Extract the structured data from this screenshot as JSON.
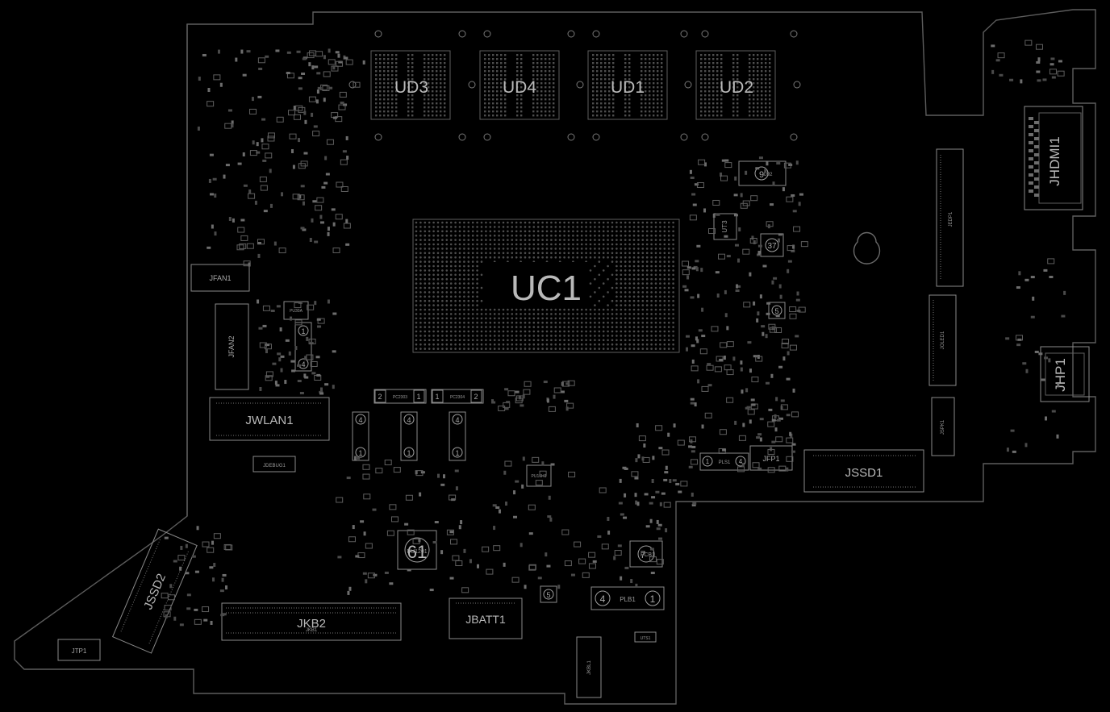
{
  "board": {
    "background": "#000000",
    "outline_color": "#5d5d5d",
    "component_color": "#8a8a8a",
    "label_color": "#b9b9b9"
  },
  "labels": {
    "uc1": "UC1",
    "ud3": "UD3",
    "ud4": "UD4",
    "ud1": "UD1",
    "ud2": "UD2",
    "jwlan1": "JWLAN1",
    "jssd1": "JSSD1",
    "jssd2": "JSSD2",
    "jkb2": "JKB2",
    "jkb1": "JKB1",
    "jbatt1": "JBATT1",
    "jhdmi1": "JHDMI1",
    "jhp1": "JHP1",
    "jfan1": "JFAN1",
    "jfan2": "JFAN2",
    "jtp1": "JTP1",
    "jfp1": "JFP1",
    "plb1": "PLB1",
    "plb1_pin4": "4",
    "plb1_pin1": "1",
    "pls1": "PLS1",
    "pls1_pin1": "1",
    "pls1_pin4": "4",
    "jedp1": "JEDP1",
    "joled1": "JOLED1",
    "jspk1": "JSPK1",
    "jkbl1": "JKBL1",
    "jdebug1": "JDEBUG1",
    "ut3": "UT3",
    "u92": "U92",
    "pu16h1": "PU16H1",
    "pu30a": "PU30A",
    "utsi": "UTS1",
    "pc2303": "PC2303",
    "pc2304": "PC2304",
    "pc2303_pin2": "2",
    "pc2303_pin1": "1",
    "pc2304_pin1": "1",
    "pc2304_pin2": "2",
    "big61": "61",
    "pu_big": "PU1201",
    "fc51": "FCB1",
    "n37": "37",
    "n5a": "5",
    "n5b": "5",
    "n9": "9",
    "n7": "7"
  }
}
